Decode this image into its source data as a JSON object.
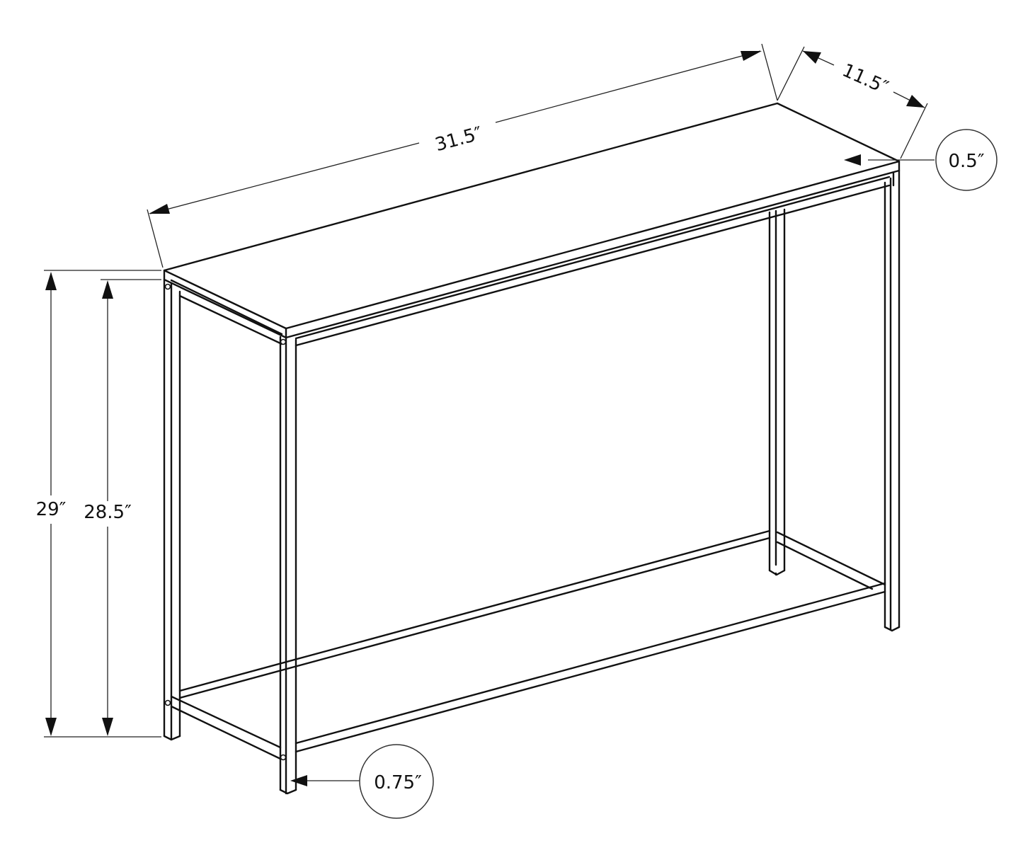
{
  "diagram": {
    "title": "Console table dimension drawing",
    "subject": "console table with metal frame and lower shelf",
    "line_color": "#111111",
    "background": "#ffffff",
    "dimensions": {
      "length": "31.5″",
      "depth": "11.5″",
      "overall_height": "29″",
      "frame_height": "28.5″",
      "top_thickness": "0.5″",
      "leg_width": "0.75″"
    },
    "callouts": [
      {
        "id": "top-thickness",
        "label": "0.5″",
        "shape": "circle"
      },
      {
        "id": "leg-width",
        "label": "0.75″",
        "shape": "circle"
      }
    ]
  }
}
